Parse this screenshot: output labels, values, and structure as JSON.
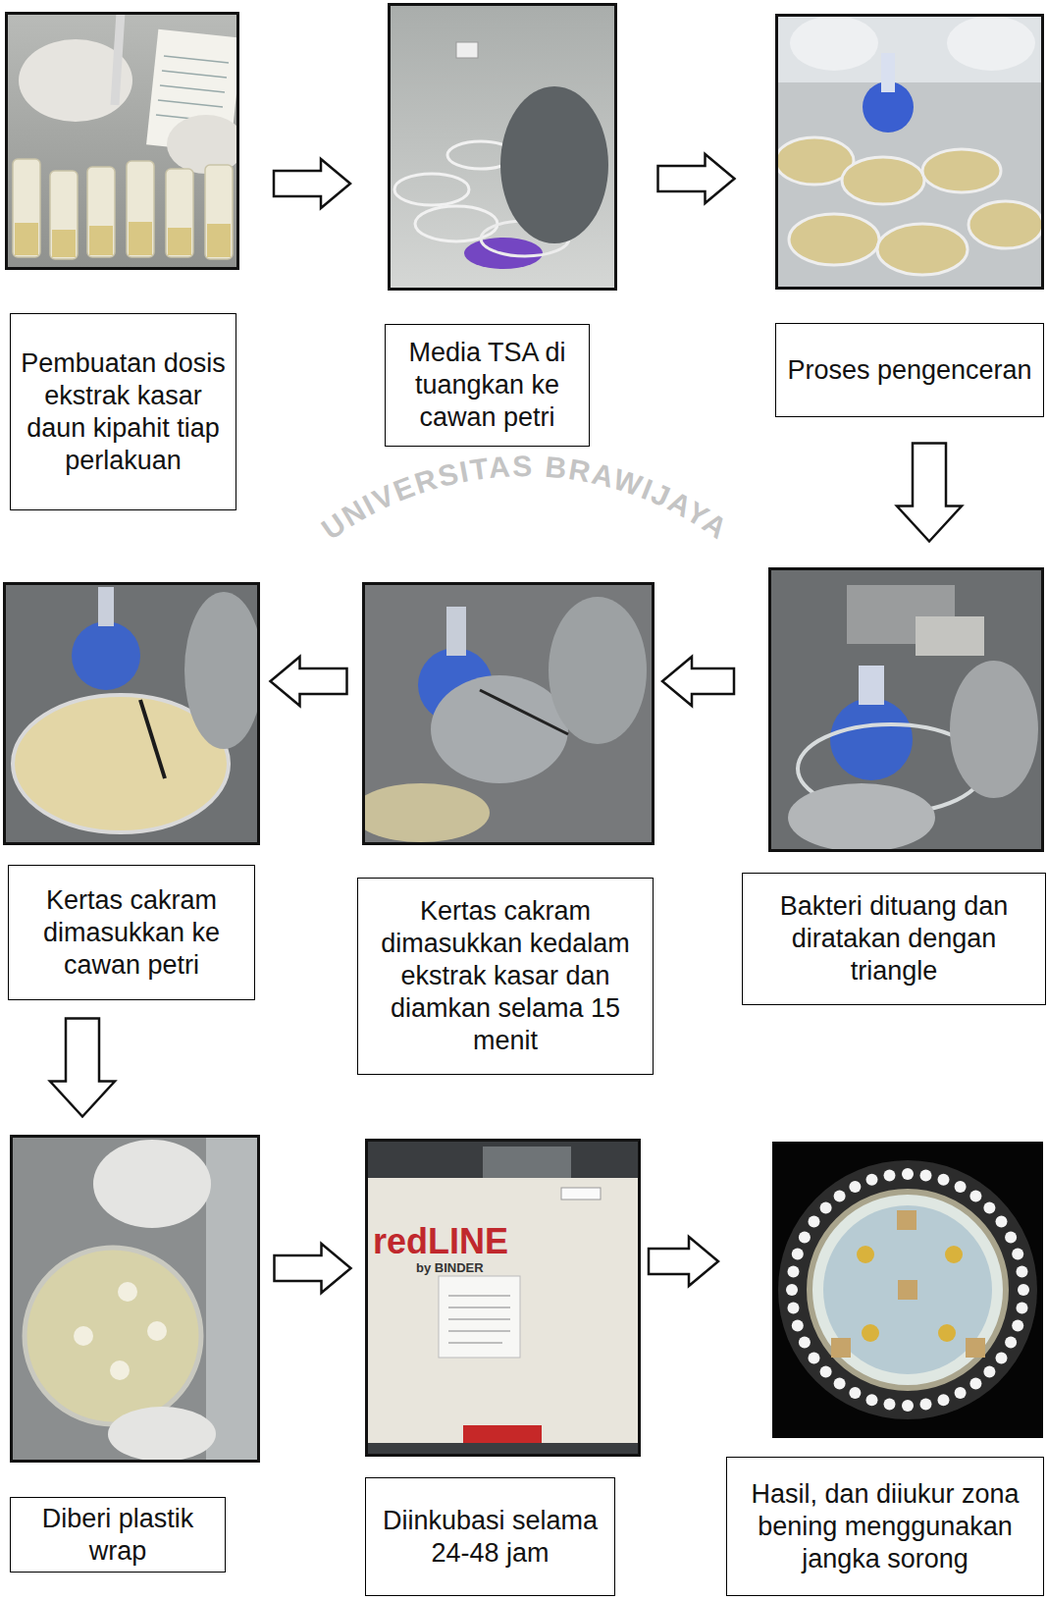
{
  "diagram": {
    "nodes": [
      {
        "text": [
          "Pembuatan dosis ekstrak kasar daun kipahit tiap perlakuan"
        ]
      },
      {
        "text": [
          "Media TSA di tuangkan ke cawan petri"
        ]
      },
      {
        "text": [
          "Proses pengenceran"
        ]
      },
      {
        "text": [
          "Bakteri dituang dan diratakan dengan triangle"
        ]
      },
      {
        "text": [
          "Kertas cakram dimasukkan kedalam ekstrak kasar dan diamkan selama 15 menit"
        ]
      },
      {
        "text": [
          "Kertas cakram dimasukkan ke cawan petri"
        ]
      },
      {
        "text": [
          "Diberi plastik wrap"
        ]
      },
      {
        "text": [
          "Diinkubasi selama 24-48 jam"
        ]
      },
      {
        "text": [
          "Hasil, dan diiukur zona bening menggunakan jangka sorong"
        ]
      }
    ],
    "edges": [
      {
        "from": 0,
        "to": 1,
        "arrow": "to"
      },
      {
        "from": 1,
        "to": 2,
        "arrow": "to"
      },
      {
        "from": 2,
        "to": 3,
        "arrow": "to"
      },
      {
        "from": 3,
        "to": 4,
        "arrow": "to"
      },
      {
        "from": 4,
        "to": 5,
        "arrow": "to"
      },
      {
        "from": 5,
        "to": 6,
        "arrow": "to"
      },
      {
        "from": 6,
        "to": 7,
        "arrow": "to"
      },
      {
        "from": 7,
        "to": 8,
        "arrow": "to"
      }
    ],
    "labels": [
      "UNIVERSITAS BRAWIJAYA",
      "redLINE",
      "by BINDER"
    ]
  }
}
